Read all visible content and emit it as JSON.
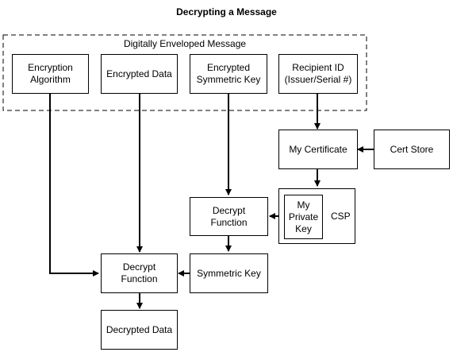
{
  "diagram": {
    "title": "Decrypting a Message",
    "group_label": "Digitally Enveloped Message",
    "nodes": {
      "encryption_algorithm": "Encryption\nAlgorithm",
      "encrypted_data": "Encrypted Data",
      "encrypted_symmetric_key": "Encrypted\nSymmetric Key",
      "recipient_id": "Recipient ID\n(Issuer/Serial #)",
      "my_certificate": "My Certificate",
      "cert_store": "Cert Store",
      "csp": "CSP",
      "my_private_key": "My\nPrivate\nKey",
      "decrypt_function_key": "Decrypt\nFunction",
      "symmetric_key": "Symmetric Key",
      "decrypt_function_data": "Decrypt\nFunction",
      "decrypted_data": "Decrypted Data"
    },
    "edges": [
      {
        "from": "Encryption Algorithm",
        "to": "Decrypt Function (data)"
      },
      {
        "from": "Encrypted Data",
        "to": "Decrypt Function (data)"
      },
      {
        "from": "Encrypted Symmetric Key",
        "to": "Decrypt Function (key)"
      },
      {
        "from": "Recipient ID",
        "to": "My Certificate"
      },
      {
        "from": "Cert Store",
        "to": "My Certificate"
      },
      {
        "from": "My Certificate",
        "to": "CSP"
      },
      {
        "from": "CSP",
        "to": "Decrypt Function (key)"
      },
      {
        "from": "Decrypt Function (key)",
        "to": "Symmetric Key"
      },
      {
        "from": "Symmetric Key",
        "to": "Decrypt Function (data)"
      },
      {
        "from": "Decrypt Function (data)",
        "to": "Decrypted Data"
      }
    ]
  }
}
